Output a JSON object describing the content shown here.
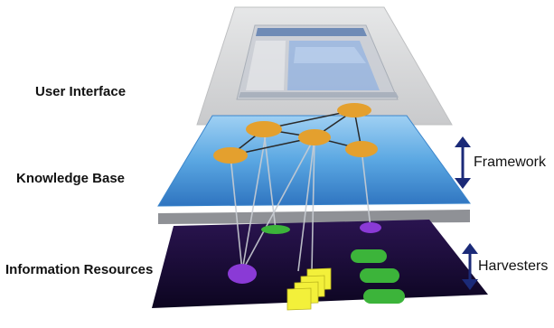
{
  "layers": [
    {
      "id": "ui",
      "label": "User Interface"
    },
    {
      "id": "kb",
      "label": "Knowledge Base"
    },
    {
      "id": "ir",
      "label": "Information Resources"
    }
  ],
  "side_annotations": {
    "framework": "Framework",
    "harvesters": "Harvesters"
  },
  "colors": {
    "ui_plane": "#d7d8da",
    "kb_plane": "#4f9ddd",
    "ir_plane": "#1a0b33",
    "node": "#e4a02e",
    "green_resource": "#3cb43a",
    "purple_resource": "#8a3ad6",
    "yellow_resource": "#f3f03a",
    "arrow": "#1b2a78"
  }
}
